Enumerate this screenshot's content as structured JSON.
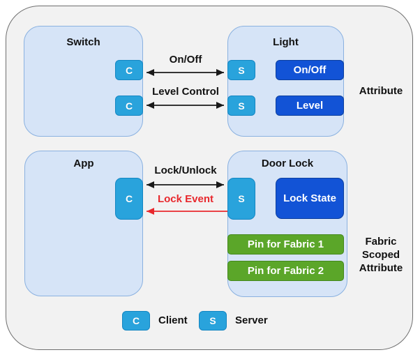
{
  "colors": {
    "canvas_background": "#f2f2f2",
    "node_fill": "#d6e4f7",
    "node_border": "#8ab1e0",
    "port_badge_fill": "#29a3dc",
    "attribute_button_fill": "#1253d6",
    "fabric_button_fill": "#5ba629",
    "arrow_black": "#1a1a1a",
    "arrow_red": "#e8282d"
  },
  "nodes": {
    "switch": {
      "title": "Switch",
      "ports": [
        "C",
        "C"
      ]
    },
    "light": {
      "title": "Light",
      "ports": [
        "S",
        "S"
      ],
      "attributes": [
        "On/Off",
        "Level"
      ]
    },
    "app": {
      "title": "App",
      "port": "C"
    },
    "door_lock": {
      "title": "Door Lock",
      "port": "S",
      "attribute": "Lock State",
      "fabric_attributes": [
        "Pin for Fabric 1",
        "Pin for Fabric 2"
      ]
    }
  },
  "interactions": {
    "on_off": {
      "label": "On/Off",
      "type": "bidirectional",
      "color": "#1a1a1a"
    },
    "level_control": {
      "label": "Level Control",
      "type": "bidirectional",
      "color": "#1a1a1a"
    },
    "lock_unlock": {
      "label": "Lock/Unlock",
      "type": "bidirectional",
      "color": "#1a1a1a"
    },
    "lock_event": {
      "label": "Lock Event",
      "type": "server-to-client",
      "color": "#e8282d"
    }
  },
  "annotations": {
    "attribute": "Attribute",
    "fabric_scoped_attribute": "Fabric\nScoped\nAttribute"
  },
  "legend": {
    "client": {
      "badge": "C",
      "label": "Client"
    },
    "server": {
      "badge": "S",
      "label": "Server"
    }
  }
}
